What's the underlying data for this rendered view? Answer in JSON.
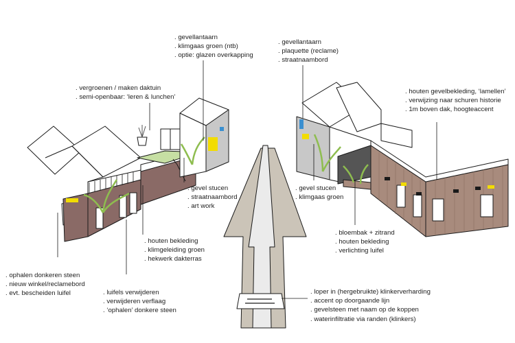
{
  "annotations": {
    "tower_left": [
      ". gevellantaarn",
      ". klimgaas groen (ntb)",
      ". optie: glazen overkapping"
    ],
    "roof_garden": [
      ". vergroenen / maken daktuin",
      ". semi-openbaar: ‘leren & lunchen’"
    ],
    "tower_right": [
      ". gevellantaarn",
      ". plaquette (reclame)",
      ". straatnaambord"
    ],
    "wood_facade": [
      ". houten gevelbekleding, ‘lamellen’",
      ". verwijzing naar schuren historie",
      ". 1m boven dak, hoogteaccent"
    ],
    "gevel_left": [
      ". gevel stucen",
      ". straatnaambord",
      ". art work"
    ],
    "gevel_right": [
      ". gevel stucen",
      ". klimgaas groen"
    ],
    "bloembak": [
      ". bloembak + zitrand",
      ". houten bekleding",
      ". verlichting luifel"
    ],
    "houten_left": [
      ". houten bekleding",
      ". klimgeleiding groen",
      ". hekwerk dakterras"
    ],
    "shop_left": [
      ". ophalen donkeren steen",
      ". nieuw winkel/reclamebord",
      ". evt. bescheiden luifel"
    ],
    "luifels": [
      ". luifels verwijderen",
      ". verwijderen verflaag",
      ". ‘ophalen’ donkere steen"
    ],
    "loper": [
      ". loper in (hergebruikte) klinkerverharding",
      ". accent op doorgaande lijn",
      ". gevelsteen met naam op de koppen",
      ". waterinfiltratie via randen (klinkers)"
    ]
  },
  "colors": {
    "line": "#1a1a1a",
    "brick": "#8a6a66",
    "wood": "#a88b7d",
    "pavement": "#cbc4b8",
    "loper": "#ebebeb",
    "green": "#8ebd4f",
    "plaster": "#c8c8c8",
    "accent_yellow": "#f2dc00",
    "accent_blue": "#3a8fd0"
  }
}
